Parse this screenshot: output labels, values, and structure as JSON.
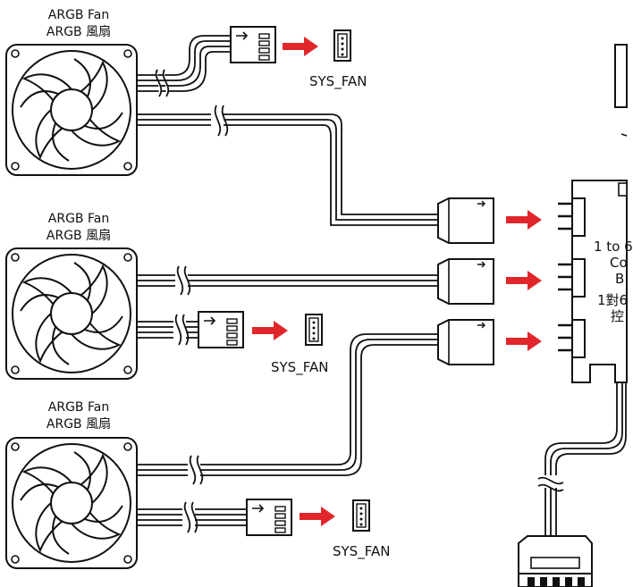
{
  "fans": [
    {
      "label_en": "ARGB Fan",
      "label_zh": "ARGB 風扇",
      "sys_fan_label": "SYS_FAN"
    },
    {
      "label_en": "ARGB Fan",
      "label_zh": "ARGB 風扇",
      "sys_fan_label": "SYS_FAN"
    },
    {
      "label_en": "ARGB Fan",
      "label_zh": "ARGB 風扇",
      "sys_fan_label": "SYS_FAN"
    }
  ],
  "control_box": {
    "text_lines": [
      "1 to 6",
      "Co",
      "B",
      "1對6",
      "控"
    ]
  },
  "colors": {
    "line": "#111111",
    "arrow": "#e0262b",
    "fan_fill": "#ffffff"
  },
  "icons": [
    "fan-icon",
    "connector-icon",
    "arrow-icon",
    "sys-fan-header-icon",
    "sata-power-icon"
  ]
}
